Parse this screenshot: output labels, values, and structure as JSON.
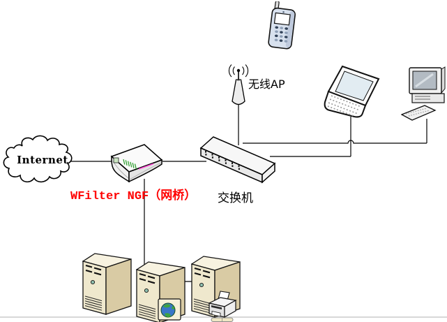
{
  "diagram": {
    "type": "network-topology",
    "labels": {
      "internet": "Internet",
      "wfilter": "WFilter NGF（网桥）",
      "switch": "交换机",
      "wireless_ap": "无线AP"
    },
    "label_colors": {
      "internet": "#000000",
      "wfilter": "#FF0000",
      "switch": "#000000",
      "wireless_ap": "#000000"
    },
    "nodes": [
      {
        "id": "internet-cloud",
        "kind": "cloud",
        "label": "Internet"
      },
      {
        "id": "wfilter-ngf-bridge",
        "kind": "router-bridge",
        "label": "WFilter NGF（网桥）"
      },
      {
        "id": "lan-switch",
        "kind": "switch",
        "label": "交换机"
      },
      {
        "id": "wireless-ap",
        "kind": "access-point",
        "label": "无线AP"
      },
      {
        "id": "mobile-phone",
        "kind": "cell-phone",
        "label": ""
      },
      {
        "id": "laptop",
        "kind": "laptop",
        "label": ""
      },
      {
        "id": "desktop-pc",
        "kind": "desktop-computer",
        "label": ""
      },
      {
        "id": "server-left",
        "kind": "server-tower",
        "label": ""
      },
      {
        "id": "server-web",
        "kind": "server-tower-with-globe-folder",
        "label": ""
      },
      {
        "id": "server-print",
        "kind": "server-tower-with-printer",
        "label": ""
      }
    ],
    "connections": [
      {
        "from": "internet-cloud",
        "to": "wfilter-ngf-bridge",
        "style": "solid"
      },
      {
        "from": "wfilter-ngf-bridge",
        "to": "lan-switch",
        "style": "solid"
      },
      {
        "from": "wfilter-ngf-bridge",
        "to": "server-web",
        "style": "solid"
      },
      {
        "from": "wireless-ap",
        "to": "lan-switch",
        "style": "solid"
      },
      {
        "from": "lan-switch",
        "to": "laptop",
        "style": "solid-with-line-jump"
      },
      {
        "from": "lan-switch",
        "to": "desktop-pc",
        "style": "solid"
      },
      {
        "from": "server-web",
        "to": "server-print",
        "style": "solid"
      },
      {
        "from": "mobile-phone",
        "to": "wireless-ap",
        "style": "wireless-implied-no-line"
      }
    ],
    "colors": {
      "background": "#FFFFFF",
      "connection_line": "#000000",
      "server_front": "#EFE8CD",
      "server_side": "#D9CBA4",
      "server_top": "#F7F2E0",
      "device_body": "#F2F2F2",
      "phone_body": "#D8E1EE",
      "accent_magenta": "#FF4FD8",
      "accent_green": "#2F9E2F",
      "globe_blue": "#3A76C8",
      "globe_green": "#3FA33F",
      "button_teal": "#8FBFAF",
      "bottom_rule": "#D8D8D8"
    }
  }
}
